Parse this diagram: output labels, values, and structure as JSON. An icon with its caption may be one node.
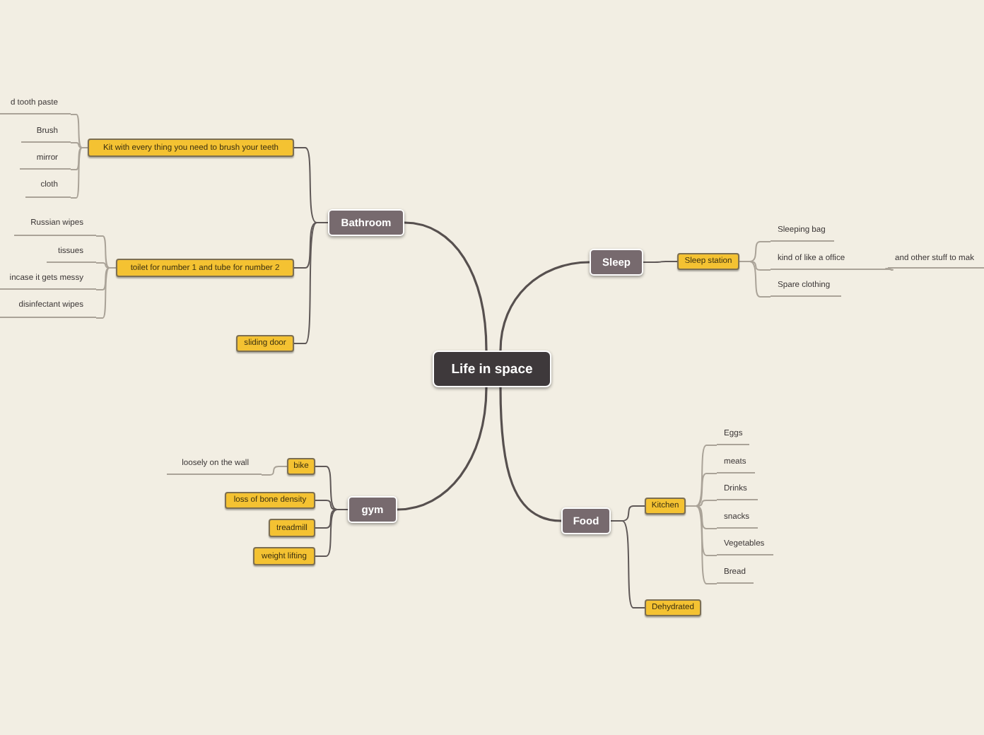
{
  "diagram": {
    "nodes": [
      {
        "text": [
          "Life in space"
        ]
      },
      {
        "text": [
          "Bathroom"
        ]
      },
      {
        "text": [
          "Kit with every thing you need to brush your teeth"
        ]
      },
      {
        "text": [
          "d tooth paste"
        ]
      },
      {
        "text": [
          "Brush"
        ]
      },
      {
        "text": [
          "mirror"
        ]
      },
      {
        "text": [
          "cloth"
        ]
      },
      {
        "text": [
          "toilet for number 1 and tube for number 2"
        ]
      },
      {
        "text": [
          "Russian wipes"
        ]
      },
      {
        "text": [
          "tissues"
        ]
      },
      {
        "text": [
          "incase it gets messy"
        ]
      },
      {
        "text": [
          "disinfectant wipes"
        ]
      },
      {
        "text": [
          "sliding door"
        ]
      },
      {
        "text": [
          "Sleep"
        ]
      },
      {
        "text": [
          "Sleep station"
        ]
      },
      {
        "text": [
          "Sleeping bag"
        ]
      },
      {
        "text": [
          "kind of like a office"
        ]
      },
      {
        "text": [
          "and other stuff to mak"
        ]
      },
      {
        "text": [
          "Spare clothing"
        ]
      },
      {
        "text": [
          "gym"
        ]
      },
      {
        "text": [
          "bike"
        ]
      },
      {
        "text": [
          "loosely on the wall"
        ]
      },
      {
        "text": [
          "loss of bone density"
        ]
      },
      {
        "text": [
          "treadmill"
        ]
      },
      {
        "text": [
          "weight lifting"
        ]
      },
      {
        "text": [
          "Food"
        ]
      },
      {
        "text": [
          "Kitchen"
        ]
      },
      {
        "text": [
          "Eggs"
        ]
      },
      {
        "text": [
          "meats"
        ]
      },
      {
        "text": [
          "Drinks"
        ]
      },
      {
        "text": [
          "snacks"
        ]
      },
      {
        "text": [
          "Vegetables"
        ]
      },
      {
        "text": [
          "Bread"
        ]
      },
      {
        "text": [
          "Dehydrated"
        ]
      }
    ],
    "edges": [
      {
        "from": 0,
        "to": 1,
        "arrow": "none"
      },
      {
        "from": 0,
        "to": 13,
        "arrow": "none"
      },
      {
        "from": 0,
        "to": 19,
        "arrow": "none"
      },
      {
        "from": 0,
        "to": 25,
        "arrow": "none"
      },
      {
        "from": 1,
        "to": 2,
        "arrow": "none"
      },
      {
        "from": 1,
        "to": 7,
        "arrow": "none"
      },
      {
        "from": 1,
        "to": 12,
        "arrow": "none"
      },
      {
        "from": 2,
        "to": 3,
        "arrow": "none"
      },
      {
        "from": 2,
        "to": 4,
        "arrow": "none"
      },
      {
        "from": 2,
        "to": 5,
        "arrow": "none"
      },
      {
        "from": 2,
        "to": 6,
        "arrow": "none"
      },
      {
        "from": 7,
        "to": 8,
        "arrow": "none"
      },
      {
        "from": 7,
        "to": 9,
        "arrow": "none"
      },
      {
        "from": 7,
        "to": 10,
        "arrow": "none"
      },
      {
        "from": 7,
        "to": 11,
        "arrow": "none"
      },
      {
        "from": 13,
        "to": 14,
        "arrow": "none"
      },
      {
        "from": 14,
        "to": 15,
        "arrow": "none"
      },
      {
        "from": 14,
        "to": 16,
        "arrow": "none"
      },
      {
        "from": 16,
        "to": 17,
        "arrow": "none"
      },
      {
        "from": 14,
        "to": 18,
        "arrow": "none"
      },
      {
        "from": 19,
        "to": 20,
        "arrow": "none"
      },
      {
        "from": 20,
        "to": 21,
        "arrow": "none"
      },
      {
        "from": 19,
        "to": 22,
        "arrow": "none"
      },
      {
        "from": 19,
        "to": 23,
        "arrow": "none"
      },
      {
        "from": 19,
        "to": 24,
        "arrow": "none"
      },
      {
        "from": 25,
        "to": 26,
        "arrow": "none"
      },
      {
        "from": 26,
        "to": 27,
        "arrow": "none"
      },
      {
        "from": 26,
        "to": 28,
        "arrow": "none"
      },
      {
        "from": 26,
        "to": 29,
        "arrow": "none"
      },
      {
        "from": 26,
        "to": 30,
        "arrow": "none"
      },
      {
        "from": 26,
        "to": 31,
        "arrow": "none"
      },
      {
        "from": 26,
        "to": 32,
        "arrow": "none"
      },
      {
        "from": 25,
        "to": 33,
        "arrow": "none"
      }
    ]
  }
}
